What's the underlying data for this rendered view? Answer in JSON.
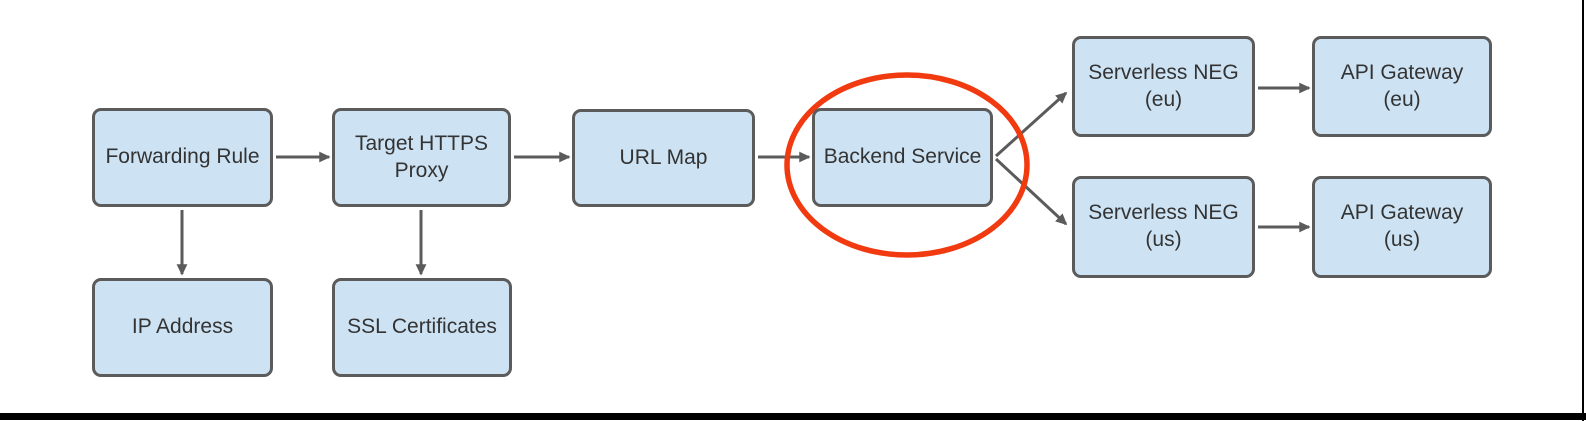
{
  "theme": {
    "background": "#ffffff",
    "node_fill": "#cde3f4",
    "node_border": "#5b5b5b",
    "node_text": "#333333",
    "arrow": "#5b5b5b",
    "highlight": "#f13a10",
    "page_edge": "#000000"
  },
  "nodes": {
    "forwarding_rule": {
      "label": "Forwarding Rule"
    },
    "target_https_proxy": {
      "label": "Target HTTPS\nProxy"
    },
    "url_map": {
      "label": "URL Map"
    },
    "backend_service": {
      "label": "Backend Service"
    },
    "serverless_neg_eu": {
      "label": "Serverless NEG\n(eu)"
    },
    "api_gateway_eu": {
      "label": "API Gateway\n(eu)"
    },
    "serverless_neg_us": {
      "label": "Serverless NEG\n(us)"
    },
    "api_gateway_us": {
      "label": "API Gateway\n(us)"
    },
    "ip_address": {
      "label": "IP Address"
    },
    "ssl_certificates": {
      "label": "SSL Certificates"
    }
  },
  "edges": [
    {
      "from": "Forwarding Rule",
      "to": "Target HTTPS Proxy"
    },
    {
      "from": "Target HTTPS Proxy",
      "to": "URL Map"
    },
    {
      "from": "URL Map",
      "to": "Backend Service"
    },
    {
      "from": "Backend Service",
      "to": "Serverless NEG (eu)"
    },
    {
      "from": "Backend Service",
      "to": "Serverless NEG (us)"
    },
    {
      "from": "Serverless NEG (eu)",
      "to": "API Gateway (eu)"
    },
    {
      "from": "Serverless NEG (us)",
      "to": "API Gateway (us)"
    },
    {
      "from": "Forwarding Rule",
      "to": "IP Address"
    },
    {
      "from": "Target HTTPS Proxy",
      "to": "SSL Certificates"
    }
  ],
  "annotations": {
    "highlight_ellipse": {
      "around": "Backend Service",
      "color": "#f13a10"
    }
  }
}
